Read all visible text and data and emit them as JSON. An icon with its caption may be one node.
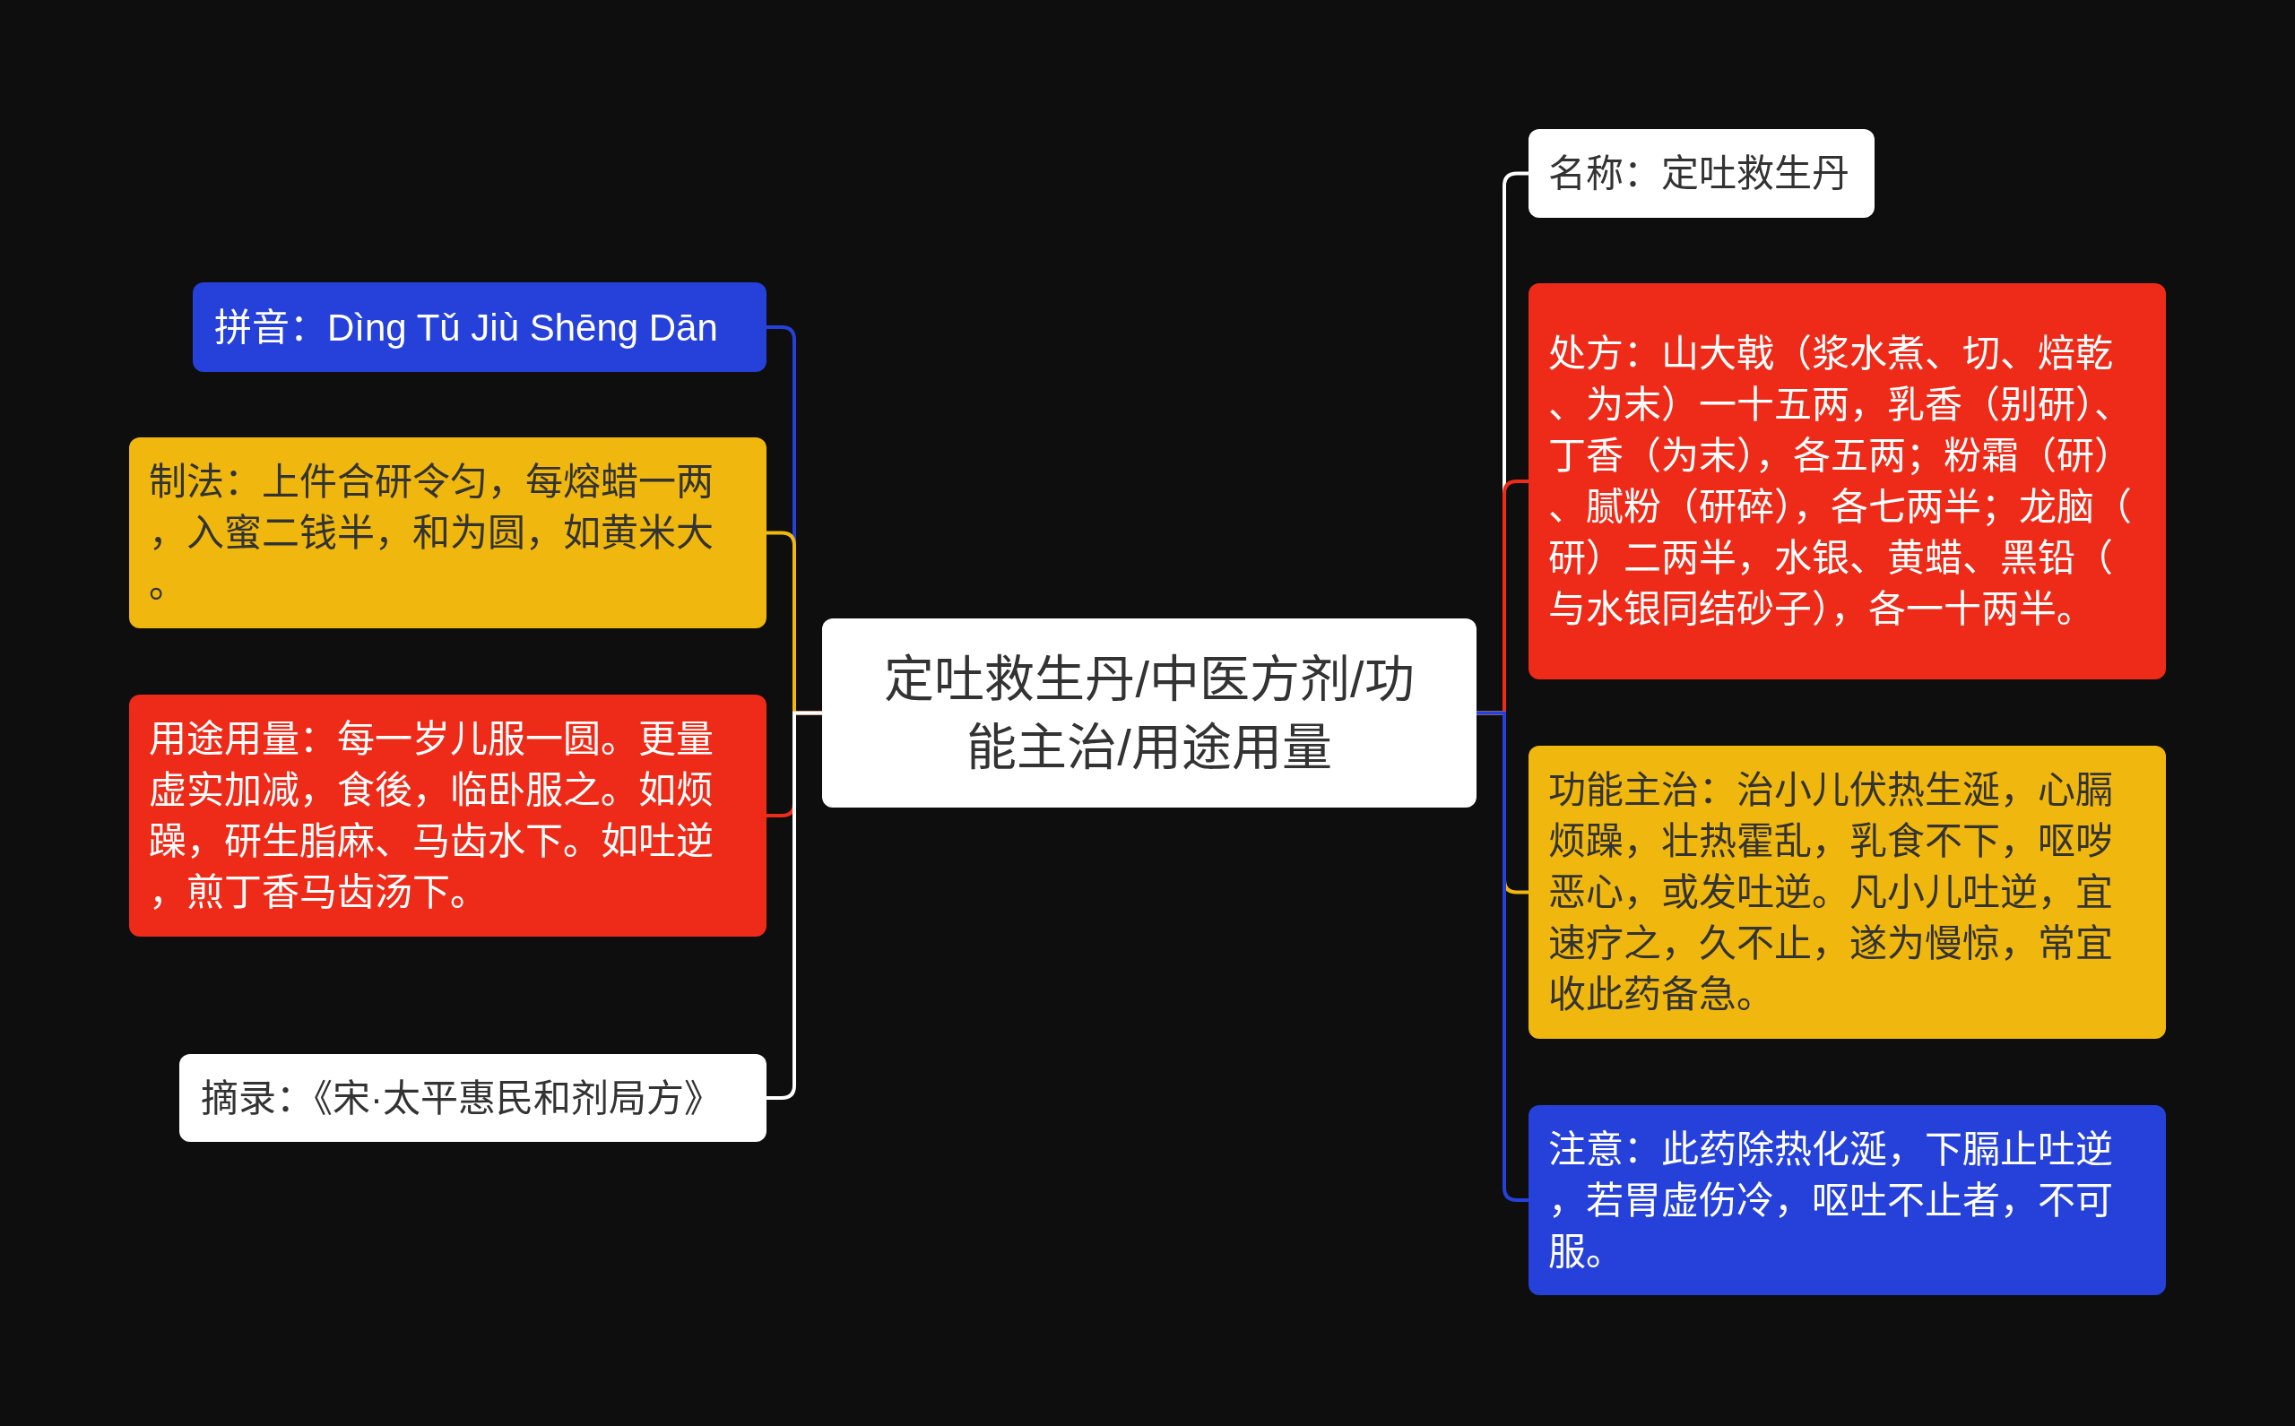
{
  "diagram": {
    "nodes": [
      {
        "text": [
          "定吐救生丹/中医方剂/功能主治/用途用量"
        ]
      },
      {
        "text": [
          "拼音：Dìng Tǔ Jiù Shēng Dān"
        ]
      },
      {
        "text": [
          "制法：上件合研令匀，每熔蜡一两，入蜜二钱半，和为圆，如黄米大。"
        ]
      },
      {
        "text": [
          "用途用量：每一岁儿服一圆。更量虚实加减，食後，临卧服之。如烦躁，研生脂麻、马齿水下。如吐逆，煎丁香马齿汤下。"
        ]
      },
      {
        "text": [
          "摘录：《宋·太平惠民和剂局方》"
        ]
      },
      {
        "text": [
          "名称：定吐救生丹"
        ]
      },
      {
        "text": [
          "处方：山大戟（浆水煮、切、焙乾、为末）一十五两，乳香（别研）、丁香（为末），各五两；粉霜（研）、腻粉（研碎），各七两半；龙脑（研）二两半，水银、黄蜡、黑铅（与水银同结砂子），各一十两半。"
        ]
      },
      {
        "text": [
          "功能主治：治小儿伏热生涎，心膈烦躁，壮热霍乱，乳食不下，呕哕恶心，或发吐逆。凡小儿吐逆，宜速疗之，久不止，遂为慢惊，常宜收此药备急。"
        ]
      },
      {
        "text": [
          "注意：此药除热化涎，下膈止吐逆，若胃虚伤冷，呕吐不止者，不可服。"
        ]
      }
    ],
    "edges": [
      {
        "from": 0,
        "to": 1,
        "arrow": "none",
        "color": "#2541d9"
      },
      {
        "from": 0,
        "to": 2,
        "arrow": "none",
        "color": "#f0b80e"
      },
      {
        "from": 0,
        "to": 3,
        "arrow": "none",
        "color": "#ee2a18"
      },
      {
        "from": 0,
        "to": 4,
        "arrow": "none",
        "color": "#ffffff"
      },
      {
        "from": 0,
        "to": 5,
        "arrow": "none",
        "color": "#ffffff"
      },
      {
        "from": 0,
        "to": 6,
        "arrow": "none",
        "color": "#ee2a18"
      },
      {
        "from": 0,
        "to": 7,
        "arrow": "none",
        "color": "#f0b80e"
      },
      {
        "from": 0,
        "to": 8,
        "arrow": "none",
        "color": "#2541d9"
      }
    ]
  }
}
